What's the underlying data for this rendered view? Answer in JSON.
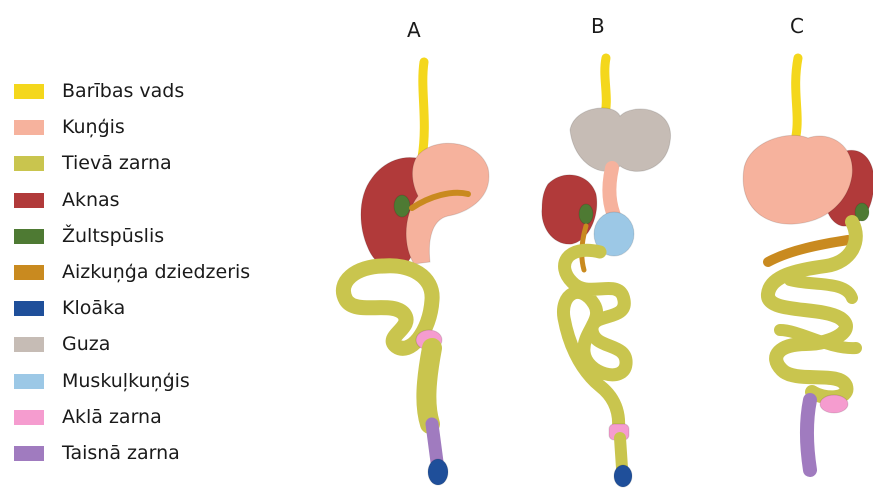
{
  "legend": [
    {
      "label": "Barības vads",
      "color": "#f4d71c"
    },
    {
      "label": "Kuņģis",
      "color": "#f6b29d"
    },
    {
      "label": "Tievā zarna",
      "color": "#c9c54e"
    },
    {
      "label": "Aknas",
      "color": "#b13a3a"
    },
    {
      "label": "Žultspūslis",
      "color": "#4e7a33"
    },
    {
      "label": "Aizkuņģa dziedzeris",
      "color": "#c98a1f"
    },
    {
      "label": "Kloāka",
      "color": "#1f4f9a"
    },
    {
      "label": "Guza",
      "color": "#c6bcb5"
    },
    {
      "label": "Muskuļkuņģis",
      "color": "#9cc8e6"
    },
    {
      "label": "Aklā zarna",
      "color": "#f59ccf"
    },
    {
      "label": "Taisnā zarna",
      "color": "#a07bbf"
    }
  ],
  "figures": [
    {
      "label": "A"
    },
    {
      "label": "B"
    },
    {
      "label": "C"
    }
  ]
}
